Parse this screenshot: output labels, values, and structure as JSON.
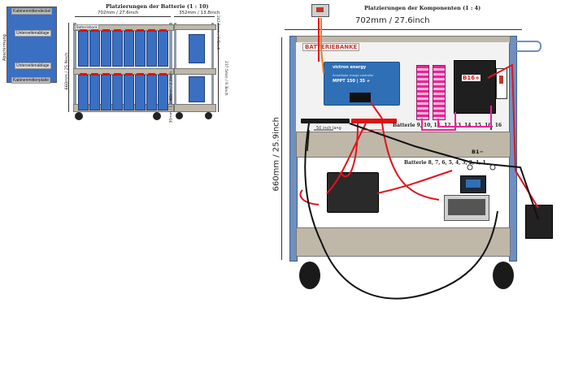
{
  "left_panel": {
    "title": "Platzierungen der Batterie (1 : 10)",
    "legend": {
      "top": "Kabinenmittendeckel",
      "side": "Abschirmung",
      "upper": "Unterseitenablage",
      "middle": "Unterseitenablage",
      "bottom": "Kabinenmittenplatte"
    },
    "width_dim": "702mm / 27.6inch",
    "height_dim": "660mm / 25.9inch",
    "side_width_dim": "352mm / 13.8inch",
    "side_dims": {
      "upper": "242.5mm / 9.5inch",
      "middle": "60mm / 2.3inch",
      "lower": "237.5mm / 9.3inch",
      "bottom": "30mm / 1.1inch"
    },
    "tag": "Batteriebank"
  },
  "right_panel": {
    "title": "Platzierungen der Komponenten (1 : 4)",
    "width_dim": "702mm / 27.6inch",
    "height_dim": "660mm / 25.9inch",
    "brand": "BATTERIEBANKE",
    "controller_brand": "victron energy",
    "controller_sub": "SmartSolar charge controller",
    "controller_model": "MPPT 150 | 35 +",
    "b16_label": "B16+",
    "b1_label": "B1−",
    "label_upper": "Batterie 9, 10, 11, 12, 13, 14, 15, 16, 16",
    "label_lower": "Batterie 8, 7, 6, 5, 4, 3, 2, 1, 1",
    "busbar_note": "50 inch lang"
  },
  "colors": {
    "frame_blue": "#6f8fbf",
    "tray": "#bfb8a8",
    "cable_red": "#e0141e",
    "cable_black": "#111111",
    "cell_blue": "#3a6fc2",
    "pink": "#e8239a"
  }
}
